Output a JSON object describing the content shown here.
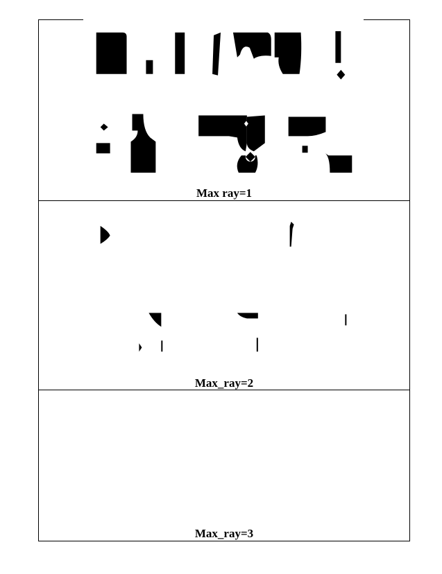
{
  "figure": {
    "rows": [
      {
        "caption": "Max ray=1"
      },
      {
        "caption": "Max_ray=2"
      },
      {
        "caption": "Max_ray=3"
      }
    ]
  },
  "colors": {
    "ink": "#000000",
    "paper": "#ffffff"
  }
}
